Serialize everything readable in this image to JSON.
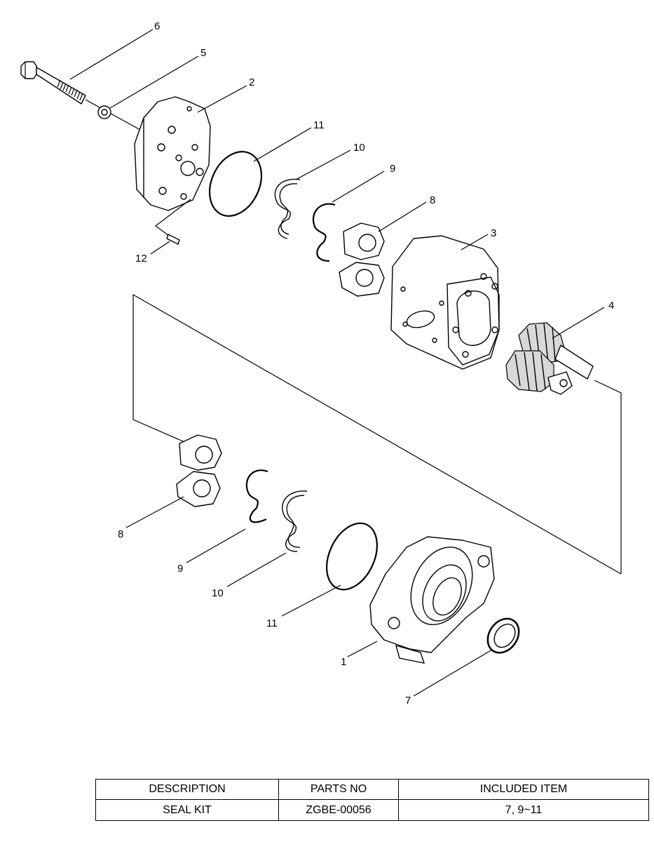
{
  "callouts": [
    {
      "id": "c6",
      "label": "6"
    },
    {
      "id": "c5",
      "label": "5"
    },
    {
      "id": "c2",
      "label": "2"
    },
    {
      "id": "c11a",
      "label": "11"
    },
    {
      "id": "c10a",
      "label": "10"
    },
    {
      "id": "c9a",
      "label": "9"
    },
    {
      "id": "c8a",
      "label": "8"
    },
    {
      "id": "c3",
      "label": "3"
    },
    {
      "id": "c4",
      "label": "4"
    },
    {
      "id": "c12",
      "label": "12"
    },
    {
      "id": "c8b",
      "label": "8"
    },
    {
      "id": "c9b",
      "label": "9"
    },
    {
      "id": "c10b",
      "label": "10"
    },
    {
      "id": "c11b",
      "label": "11"
    },
    {
      "id": "c1",
      "label": "1"
    },
    {
      "id": "c7",
      "label": "7"
    }
  ],
  "table": {
    "headers": [
      "DESCRIPTION",
      "PARTS NO",
      "INCLUDED ITEM"
    ],
    "rows": [
      [
        "SEAL KIT",
        "ZGBE-00056",
        "7, 9~11"
      ]
    ]
  }
}
